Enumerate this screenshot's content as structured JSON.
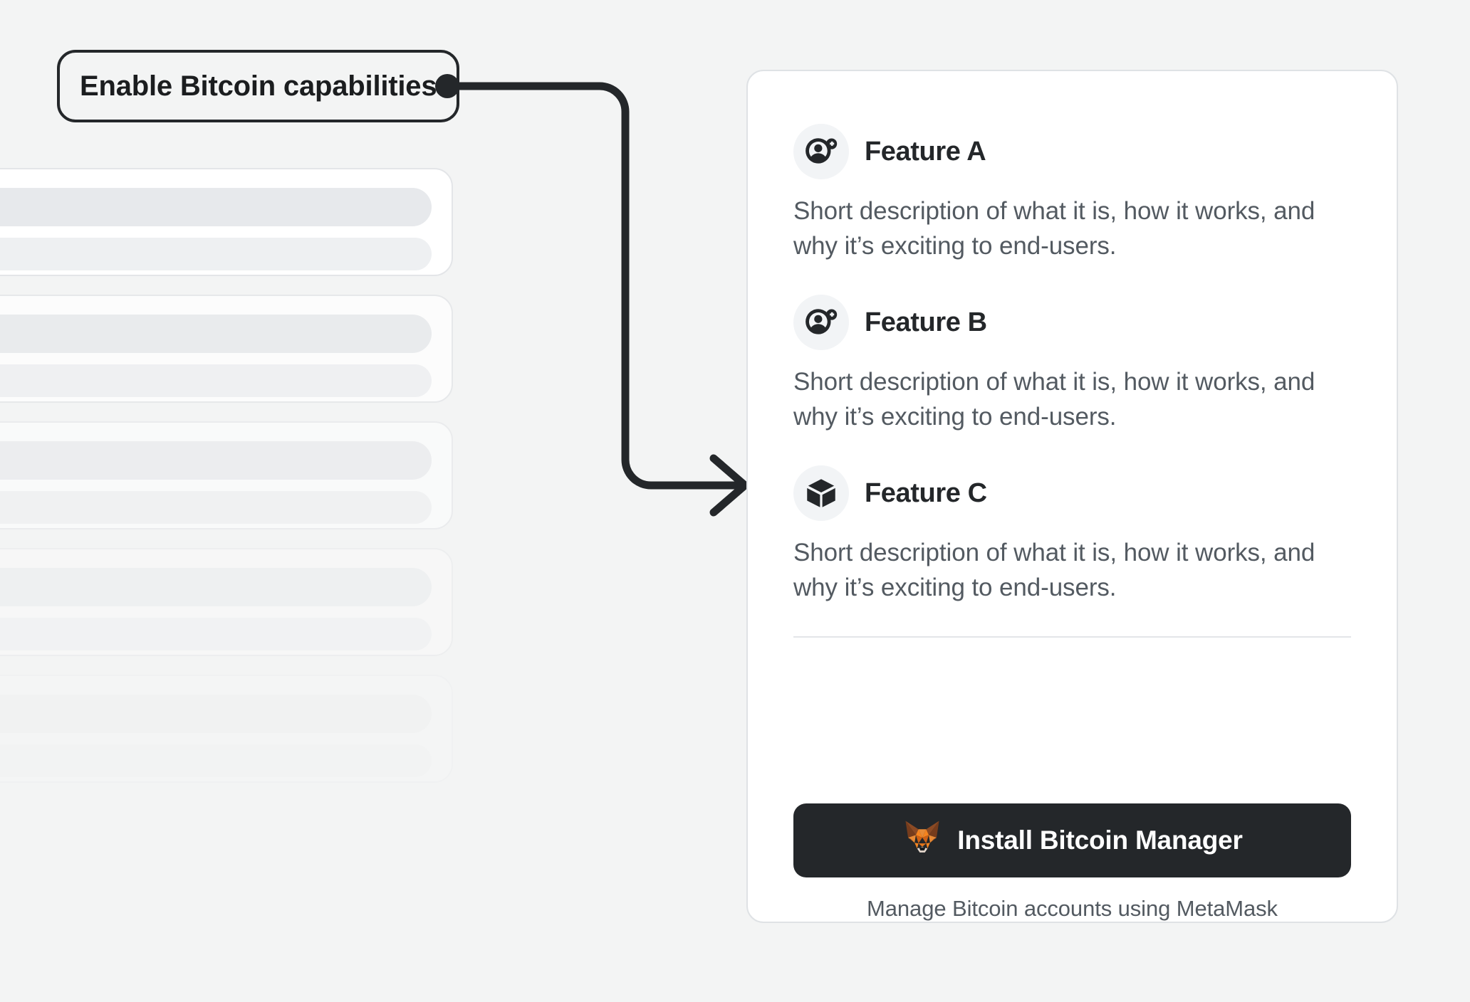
{
  "callout": {
    "label": "Enable Bitcoin capabilities",
    "connector_color": "#24272A"
  },
  "background_color": "#F3F4F4",
  "skeleton": {
    "name": "placeholder-account-list",
    "card_count": 5
  },
  "card": {
    "features": [
      {
        "icon": "add-account-icon",
        "title": "Feature A",
        "description": "Short description of what it is, how it works, and why it’s exciting to end-users."
      },
      {
        "icon": "add-account-icon",
        "title": "Feature B",
        "description": "Short description of what it is, how it works, and why it’s exciting to end-users."
      },
      {
        "icon": "cube-icon",
        "title": "Feature C",
        "description": "Short description of what it is, how it works, and why it’s exciting to end-users."
      }
    ],
    "footer": {
      "install_button_label": "Install Bitcoin Manager",
      "install_button_icon": "metamask-fox-icon",
      "install_button_color": "#24272A",
      "note": "Manage Bitcoin accounts using MetaMask"
    }
  },
  "colors": {
    "text_primary": "#24272A",
    "text_secondary": "#535A61",
    "card_border": "#DFE2E5",
    "icon_bubble": "#F2F4F6",
    "fox_orange": "#E88A35",
    "fox_dark_brown": "#8B4A24",
    "fox_muzzle": "#E4D7CD"
  }
}
